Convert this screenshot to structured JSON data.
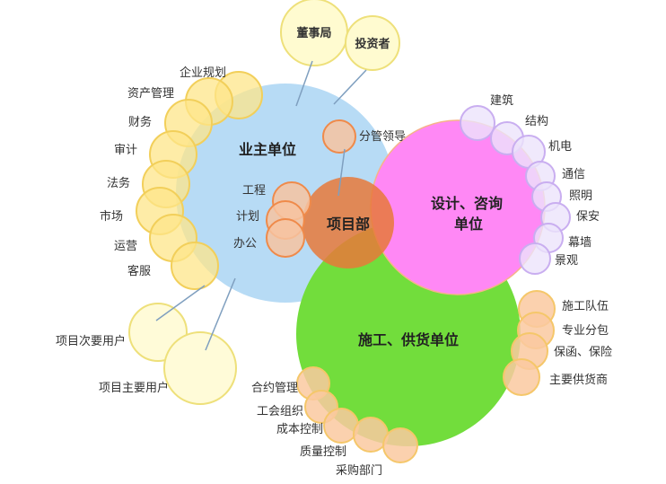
{
  "top": {
    "board": "董事局",
    "investor": "投资者"
  },
  "owner": {
    "title": "业主单位",
    "depts": [
      "企业规划",
      "资产管理",
      "财务",
      "审计",
      "法务",
      "市场",
      "运营",
      "客服"
    ],
    "inner": [
      "工程",
      "计划",
      "办公"
    ],
    "leader": "分管领导"
  },
  "project_dept": "项目部",
  "design": {
    "title_line1": "设计、咨询",
    "title_line2": "单位",
    "items": [
      "建筑",
      "结构",
      "机电",
      "通信",
      "照明",
      "保安",
      "幕墙",
      "景观"
    ]
  },
  "construction": {
    "title": "施工、供货单位",
    "right_items": [
      "施工队伍",
      "专业分包",
      "保函、保险",
      "主要供货商"
    ],
    "bottom_items": [
      "合约管理",
      "工会组织",
      "成本控制",
      "质量控制",
      "采购部门"
    ]
  },
  "users": {
    "secondary": "项目次要用户",
    "primary": "项目主要用户"
  },
  "colors": {
    "owner": "#b7dbf5",
    "design": "#ff88f5",
    "construction": "#72dd3c",
    "project": "#e8793a",
    "yellow": "#fde68a",
    "lavender": "#e6dcf7",
    "peach": "#fac9a0"
  }
}
